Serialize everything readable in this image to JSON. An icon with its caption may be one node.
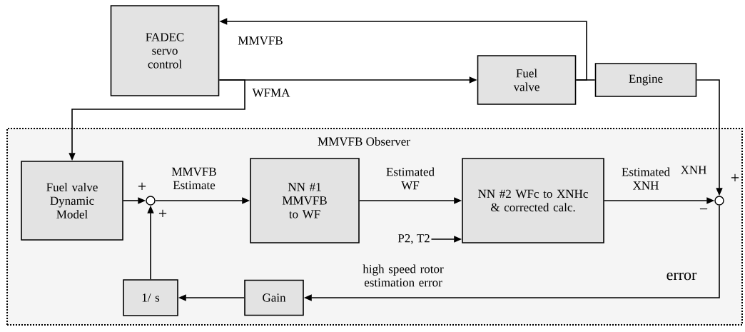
{
  "diagram": {
    "nodes": [
      {
        "text": [
          "MMVFB Observer"
        ]
      },
      {
        "text": [
          "FADEC servo control"
        ]
      },
      {
        "text": [
          "Fuel valve"
        ]
      },
      {
        "text": [
          "Engine"
        ]
      },
      {
        "text": [
          "Fuel valve Dynamic Model"
        ],
        "in": 0
      },
      {
        "text": [],
        "shape": "circle",
        "in": 0
      },
      {
        "text": [
          "NN #1 MMVFB to WF"
        ],
        "in": 0
      },
      {
        "text": [
          "NN #2 WFc to XNHc & corrected calc."
        ],
        "in": 0
      },
      {
        "text": [],
        "shape": "circle",
        "in": 0
      },
      {
        "text": [
          "Gain"
        ],
        "in": 0
      },
      {
        "text": [
          "1/ s"
        ],
        "in": 0
      },
      {
        "text": [
          "P2, T2"
        ],
        "in": 0
      }
    ],
    "edges": [
      {
        "from": 1,
        "to": 2,
        "arrow": "to"
      },
      {
        "from": 1,
        "to": 4,
        "arrow": "to",
        "label": "WFMA"
      },
      {
        "from": 2,
        "to": 3,
        "arrow": "none"
      },
      {
        "from": 2,
        "to": 1,
        "arrow": "to",
        "label": "MMVFB"
      },
      {
        "from": 3,
        "to": 8,
        "arrow": "to",
        "label": "XNH"
      },
      {
        "from": 4,
        "to": 5,
        "arrow": "to"
      },
      {
        "from": 5,
        "to": 6,
        "arrow": "to",
        "label": "MMVFB Estimate"
      },
      {
        "from": 6,
        "to": 7,
        "arrow": "to",
        "label": "Estimated WF"
      },
      {
        "from": 11,
        "to": 7,
        "arrow": "to"
      },
      {
        "from": 7,
        "to": 8,
        "arrow": "to",
        "label": "Estimated XNH"
      },
      {
        "from": 8,
        "to": 9,
        "arrow": "to",
        "label": "high speed rotor estimation error"
      },
      {
        "from": 9,
        "to": 10,
        "arrow": "to"
      },
      {
        "from": 10,
        "to": 5,
        "arrow": "to"
      }
    ],
    "labels": [
      "+",
      "+",
      "+",
      "−",
      "error"
    ]
  }
}
